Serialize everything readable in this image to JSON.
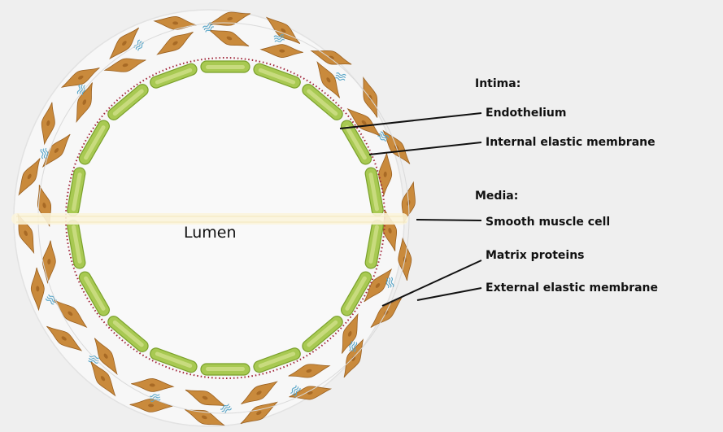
{
  "labels": {
    "lumen": "Lumen",
    "intima_header": "Intima:",
    "endothelium": "Endothelium",
    "internal_elastic_membrane": "Internal elastic membrane",
    "media_header": "Media:",
    "smooth_muscle_cell": "Smooth muscle cell",
    "matrix_proteins": "Matrix proteins",
    "external_elastic_membrane": "External elastic membrane"
  },
  "colors": {
    "background": "#efefef",
    "vessel_wall": "#f6f6f6",
    "endothelium_fill": "#a8c952",
    "endothelium_highlight": "#cfe08a",
    "endothelium_edge": "#7aa12a",
    "elastic_membrane": "#a02438",
    "smooth_muscle": "#c98a3c",
    "smooth_muscle_edge": "#9a6020",
    "matrix_proteins": "#5aa6c8",
    "lumen_band": "#fbf4dc"
  }
}
